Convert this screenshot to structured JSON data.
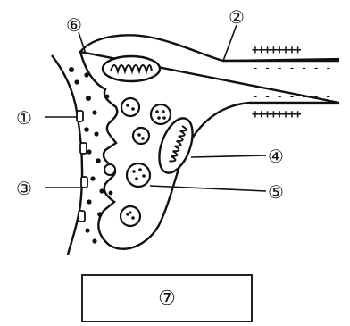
{
  "labels": {
    "l1": "①",
    "l2": "②",
    "l3": "③",
    "l4": "④",
    "l5": "⑤",
    "l6": "⑥",
    "l7": "⑦"
  },
  "charges": {
    "upper_plus": "++++++++",
    "upper_minus": "- - - - - - -",
    "lower_minus": "- - - - - - -",
    "lower_plus": "++++++++"
  }
}
